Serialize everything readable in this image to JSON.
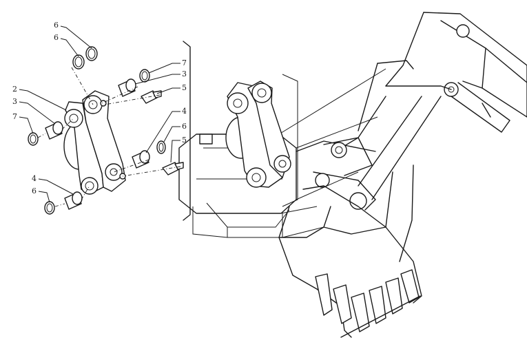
{
  "callouts": {
    "c6a": "6",
    "c6b": "6",
    "c7a": "7",
    "c3a": "3",
    "c5a": "5",
    "c2": "2",
    "c3b": "3",
    "c7b": "7",
    "c4a": "4",
    "c6c": "6",
    "c5b": "5",
    "c4b": "4",
    "c6d": "6"
  },
  "colors": {
    "line": "#1a1a1a",
    "background": "#ffffff"
  }
}
